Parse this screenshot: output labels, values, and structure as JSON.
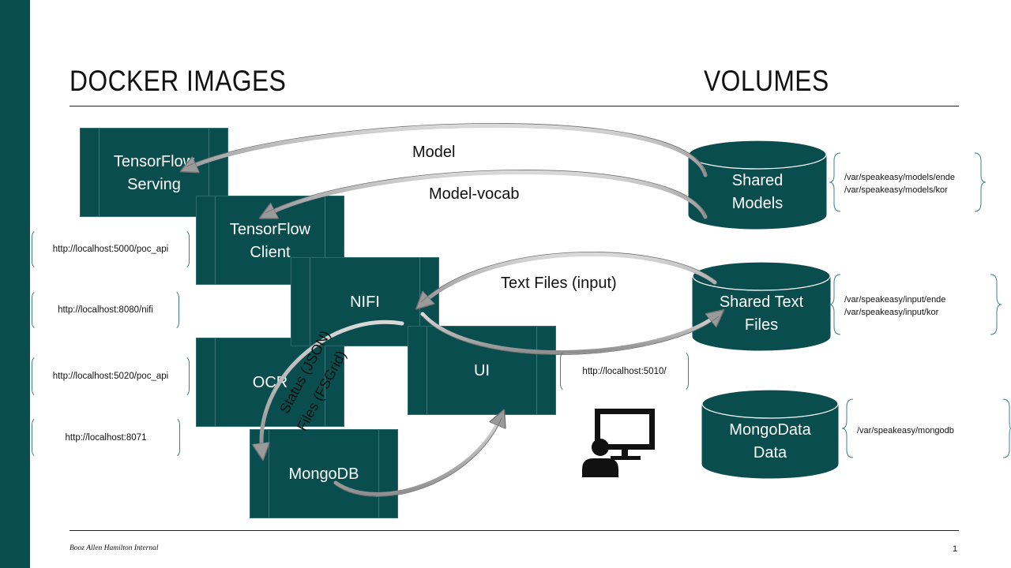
{
  "headings": {
    "docker_images": "DOCKER IMAGES",
    "volumes": "VOLUMES"
  },
  "colors": {
    "teal": "#0a4d4e",
    "arrow_gray": "#a8a8a8",
    "brace": "#3f7f80"
  },
  "containers": {
    "tensorflow_serving": {
      "line1": "TensorFlow",
      "line2": "Serving"
    },
    "tensorflow_client": {
      "line1": "TensorFlow",
      "line2": "Client"
    },
    "nifi": {
      "label": "NIFI"
    },
    "ocr": {
      "label": "OCR"
    },
    "ui": {
      "label": "UI"
    },
    "mongodb": {
      "label": "MongoDB"
    }
  },
  "volumes": {
    "shared_models": {
      "line1": "Shared",
      "line2": "Models",
      "paths": [
        "/var/speakeasy/models/ende",
        "/var/speakeasy/models/kor"
      ]
    },
    "shared_text_files": {
      "line1": "Shared Text",
      "line2": "Files",
      "paths": [
        "/var/speakeasy/input/ende",
        "/var/speakeasy/input/kor"
      ]
    },
    "mongo_data": {
      "line1": "MongoData",
      "line2": "Data",
      "paths": [
        "/var/speakeasy/mongodb"
      ]
    }
  },
  "urls": {
    "poc_api_5000": "http://localhost:5000/poc_api",
    "nifi_8080": "http://localhost:8080/nifi",
    "poc_api_5020": "http://localhost:5020/poc_api",
    "mongo_8071": "http://localhost:8071",
    "ui_5010": "http://localhost:5010/"
  },
  "flows": {
    "model": "Model",
    "model_vocab": "Model-vocab",
    "text_files_input": "Text Files (input)",
    "status_json": "Status (JSON)",
    "files_fsgrid": "Files (FSGrid)"
  },
  "icons": {
    "user_computer": "user-at-computer-icon"
  },
  "footer": {
    "org": "Booz Allen Hamilton Internal",
    "page": "1"
  }
}
